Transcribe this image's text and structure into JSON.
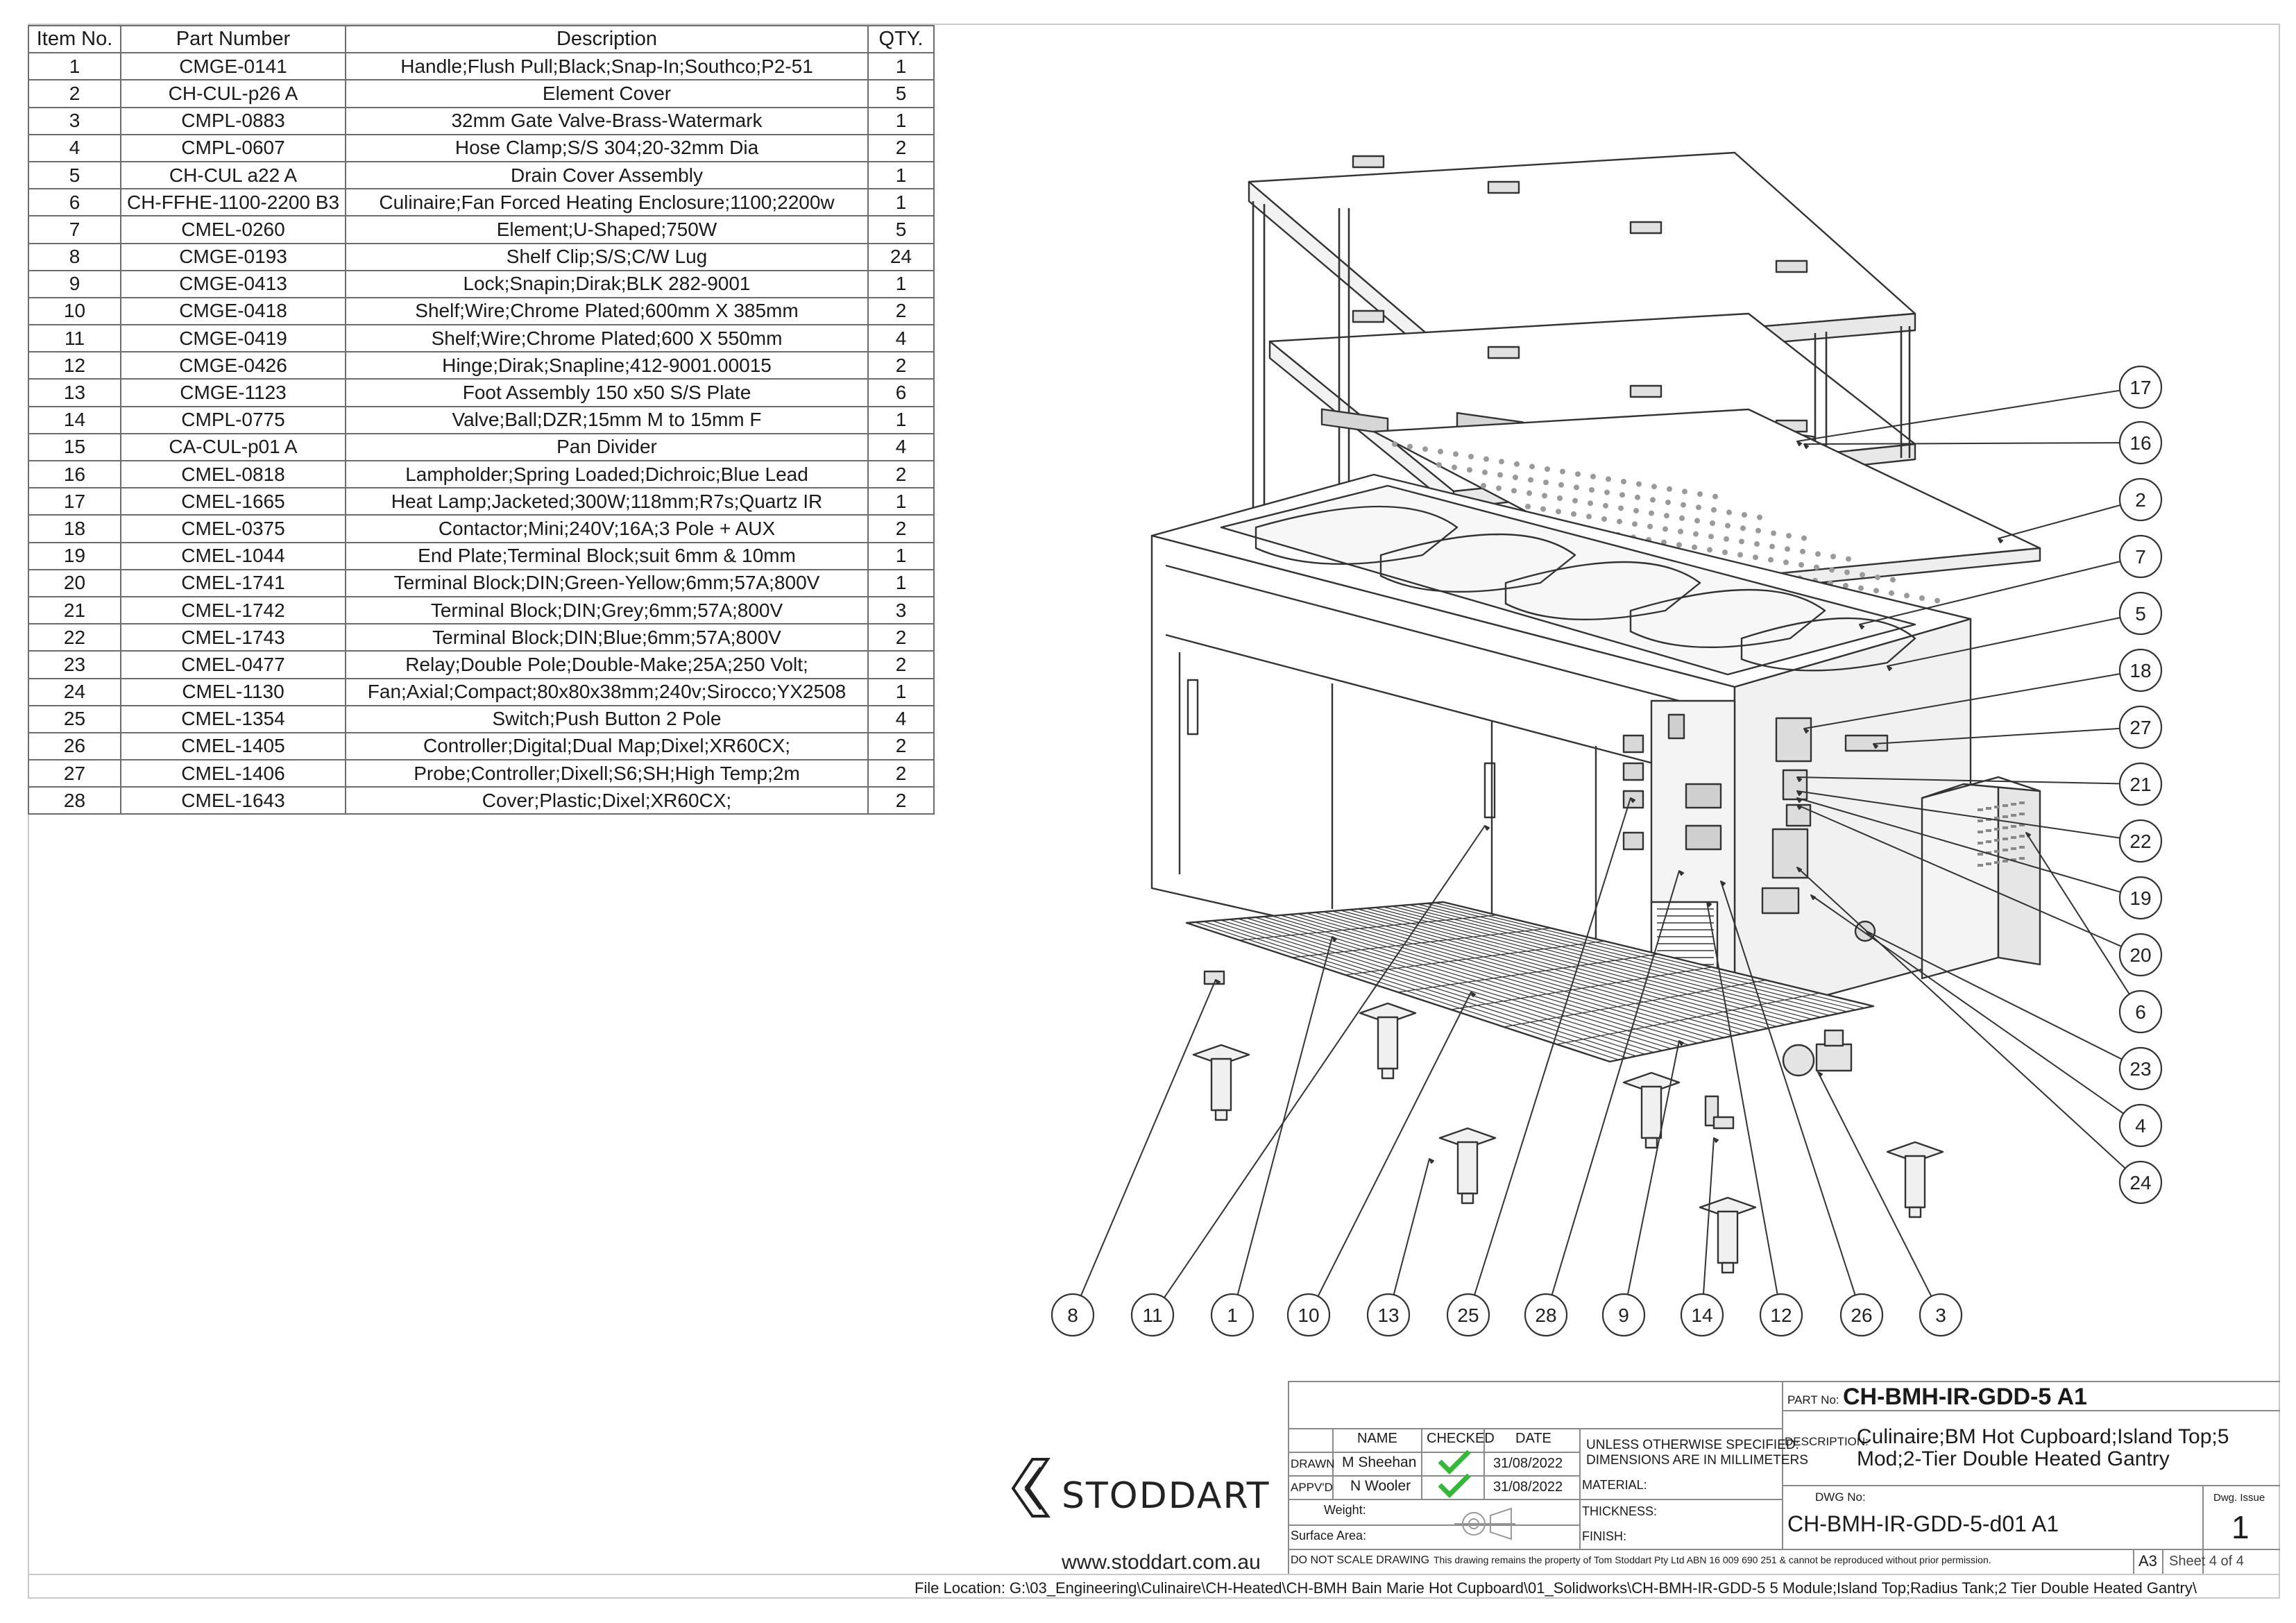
{
  "bom": {
    "headers": {
      "item": "Item No.",
      "part": "Part Number",
      "description": "Description",
      "qty": "QTY."
    },
    "rows": [
      {
        "item": "1",
        "part": "CMGE-0141",
        "description": "Handle;Flush Pull;Black;Snap-In;Southco;P2-51",
        "qty": "1"
      },
      {
        "item": "2",
        "part": "CH-CUL-p26 A",
        "description": "Element Cover",
        "qty": "5"
      },
      {
        "item": "3",
        "part": "CMPL-0883",
        "description": "32mm Gate Valve-Brass-Watermark",
        "qty": "1"
      },
      {
        "item": "4",
        "part": "CMPL-0607",
        "description": "Hose Clamp;S/S 304;20-32mm Dia",
        "qty": "2"
      },
      {
        "item": "5",
        "part": "CH-CUL a22 A",
        "description": "Drain Cover Assembly",
        "qty": "1"
      },
      {
        "item": "6",
        "part": "CH-FFHE-1100-2200 B3",
        "description": "Culinaire;Fan Forced Heating Enclosure;1100;2200w",
        "qty": "1"
      },
      {
        "item": "7",
        "part": "CMEL-0260",
        "description": "Element;U-Shaped;750W",
        "qty": "5"
      },
      {
        "item": "8",
        "part": "CMGE-0193",
        "description": "Shelf Clip;S/S;C/W Lug",
        "qty": "24"
      },
      {
        "item": "9",
        "part": "CMGE-0413",
        "description": "Lock;Snapin;Dirak;BLK 282-9001",
        "qty": "1"
      },
      {
        "item": "10",
        "part": "CMGE-0418",
        "description": "Shelf;Wire;Chrome Plated;600mm X 385mm",
        "qty": "2"
      },
      {
        "item": "11",
        "part": "CMGE-0419",
        "description": "Shelf;Wire;Chrome Plated;600 X 550mm",
        "qty": "4"
      },
      {
        "item": "12",
        "part": "CMGE-0426",
        "description": "Hinge;Dirak;Snapline;412-9001.00015",
        "qty": "2"
      },
      {
        "item": "13",
        "part": "CMGE-1123",
        "description": "Foot Assembly 150 x50 S/S Plate",
        "qty": "6"
      },
      {
        "item": "14",
        "part": "CMPL-0775",
        "description": "Valve;Ball;DZR;15mm M to 15mm F",
        "qty": "1"
      },
      {
        "item": "15",
        "part": "CA-CUL-p01 A",
        "description": "Pan Divider",
        "qty": "4"
      },
      {
        "item": "16",
        "part": "CMEL-0818",
        "description": "Lampholder;Spring Loaded;Dichroic;Blue Lead",
        "qty": "2"
      },
      {
        "item": "17",
        "part": "CMEL-1665",
        "description": "Heat Lamp;Jacketed;300W;118mm;R7s;Quartz IR",
        "qty": "1"
      },
      {
        "item": "18",
        "part": "CMEL-0375",
        "description": "Contactor;Mini;240V;16A;3 Pole + AUX",
        "qty": "2"
      },
      {
        "item": "19",
        "part": "CMEL-1044",
        "description": "End Plate;Terminal Block;suit 6mm & 10mm",
        "qty": "1"
      },
      {
        "item": "20",
        "part": "CMEL-1741",
        "description": "Terminal Block;DIN;Green-Yellow;6mm;57A;800V",
        "qty": "1"
      },
      {
        "item": "21",
        "part": "CMEL-1742",
        "description": "Terminal Block;DIN;Grey;6mm;57A;800V",
        "qty": "3"
      },
      {
        "item": "22",
        "part": "CMEL-1743",
        "description": "Terminal Block;DIN;Blue;6mm;57A;800V",
        "qty": "2"
      },
      {
        "item": "23",
        "part": "CMEL-0477",
        "description": "Relay;Double Pole;Double-Make;25A;250 Volt;",
        "qty": "2"
      },
      {
        "item": "24",
        "part": "CMEL-1130",
        "description": "Fan;Axial;Compact;80x80x38mm;240v;Sirocco;YX2508",
        "qty": "1"
      },
      {
        "item": "25",
        "part": "CMEL-1354",
        "description": "Switch;Push Button 2 Pole",
        "qty": "4"
      },
      {
        "item": "26",
        "part": "CMEL-1405",
        "description": "Controller;Digital;Dual Map;Dixel;XR60CX;",
        "qty": "2"
      },
      {
        "item": "27",
        "part": "CMEL-1406",
        "description": "Probe;Controller;Dixell;S6;SH;High Temp;2m",
        "qty": "2"
      },
      {
        "item": "28",
        "part": "CMEL-1643",
        "description": "Cover;Plastic;Dixel;XR60CX;",
        "qty": "2"
      }
    ]
  },
  "balloons": {
    "right": [
      "17",
      "16",
      "2",
      "7",
      "5",
      "18",
      "27",
      "21",
      "22",
      "19",
      "20",
      "6",
      "23",
      "4",
      "24"
    ],
    "bottom": [
      "8",
      "11",
      "1",
      "10",
      "13",
      "25",
      "28",
      "9",
      "14",
      "12",
      "26",
      "3"
    ]
  },
  "title_block": {
    "part_no_label": "PART No:",
    "part_no": "CH-BMH-IR-GDD-5 A1",
    "description_label": "DESCRIPTION:",
    "description_line1": "Culinaire;BM Hot Cupboard;Island Top;5",
    "description_line2": "Mod;2-Tier Double Heated Gantry",
    "col_name": "NAME",
    "col_checked": "CHECKED",
    "col_date": "DATE",
    "drawn_label": "DRAWN",
    "drawn_name": "M Sheehan",
    "drawn_date": "31/08/2022",
    "appvd_label": "APPV'D",
    "appvd_name": "N Wooler",
    "appvd_date": "31/08/2022",
    "weight_label": "Weight:",
    "surface_label": "Surface Area:",
    "tolerance_line1": "UNLESS OTHERWISE SPECIFIED:",
    "tolerance_line2": "DIMENSIONS ARE IN MILLIMETERS",
    "material_label": "MATERIAL:",
    "thickness_label": "THICKNESS:",
    "finish_label": "FINISH:",
    "dwg_no_label": "DWG No:",
    "dwg_no": "CH-BMH-IR-GDD-5-d01 A1",
    "dwg_issue_label": "Dwg. Issue",
    "dwg_issue": "1",
    "do_not_scale": "DO NOT SCALE DRAWING",
    "property_notice": "This drawing remains the property of Tom Stoddart Pty Ltd ABN 16 009 690 251 & cannot be reproduced without prior permission.",
    "sheet_size": "A3",
    "sheet": "Sheet 4 of 4",
    "check_color": "#35b83a"
  },
  "company": {
    "name": "STODDART",
    "website": "www.stoddart.com.au"
  },
  "file_location": "File Location: G:\\03_Engineering\\Culinaire\\CH-Heated\\CH-BMH Bain Marie Hot Cupboard\\01_Solidworks\\CH-BMH-IR-GDD-5 5 Module;Island Top;Radius Tank;2 Tier Double Heated Gantry\\"
}
